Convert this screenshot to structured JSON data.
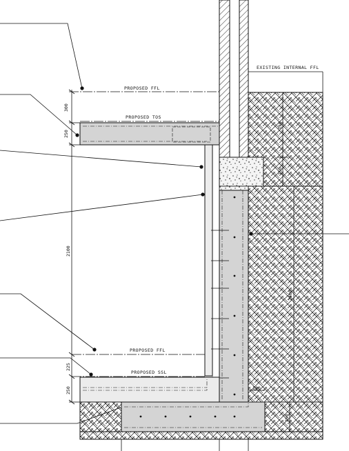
{
  "labels": {
    "existing_internal_ffl": "EXISTING INTERNAL FFL",
    "proposed_ffl_top": "PROPOSED FFL",
    "proposed_tos": "PROPOSED TOS",
    "proposed_ffl_bottom": "PROPOSED FFL",
    "proposed_ssl": "PROPOSED SSL"
  },
  "dimensions": {
    "top_screed": "300",
    "upper_slab": "250",
    "clear_height": "2100",
    "lower_screed": "225",
    "lower_slab": "250",
    "wall_right_1": "150",
    "wall_right_2": "150",
    "wall_right_3": "2400",
    "wall_thickness": "100",
    "base_right": "250"
  },
  "colors": {
    "line": "#111111",
    "concrete_fill": "#d4d4d4",
    "light_fill": "#ececec",
    "hatch": "#222222"
  }
}
